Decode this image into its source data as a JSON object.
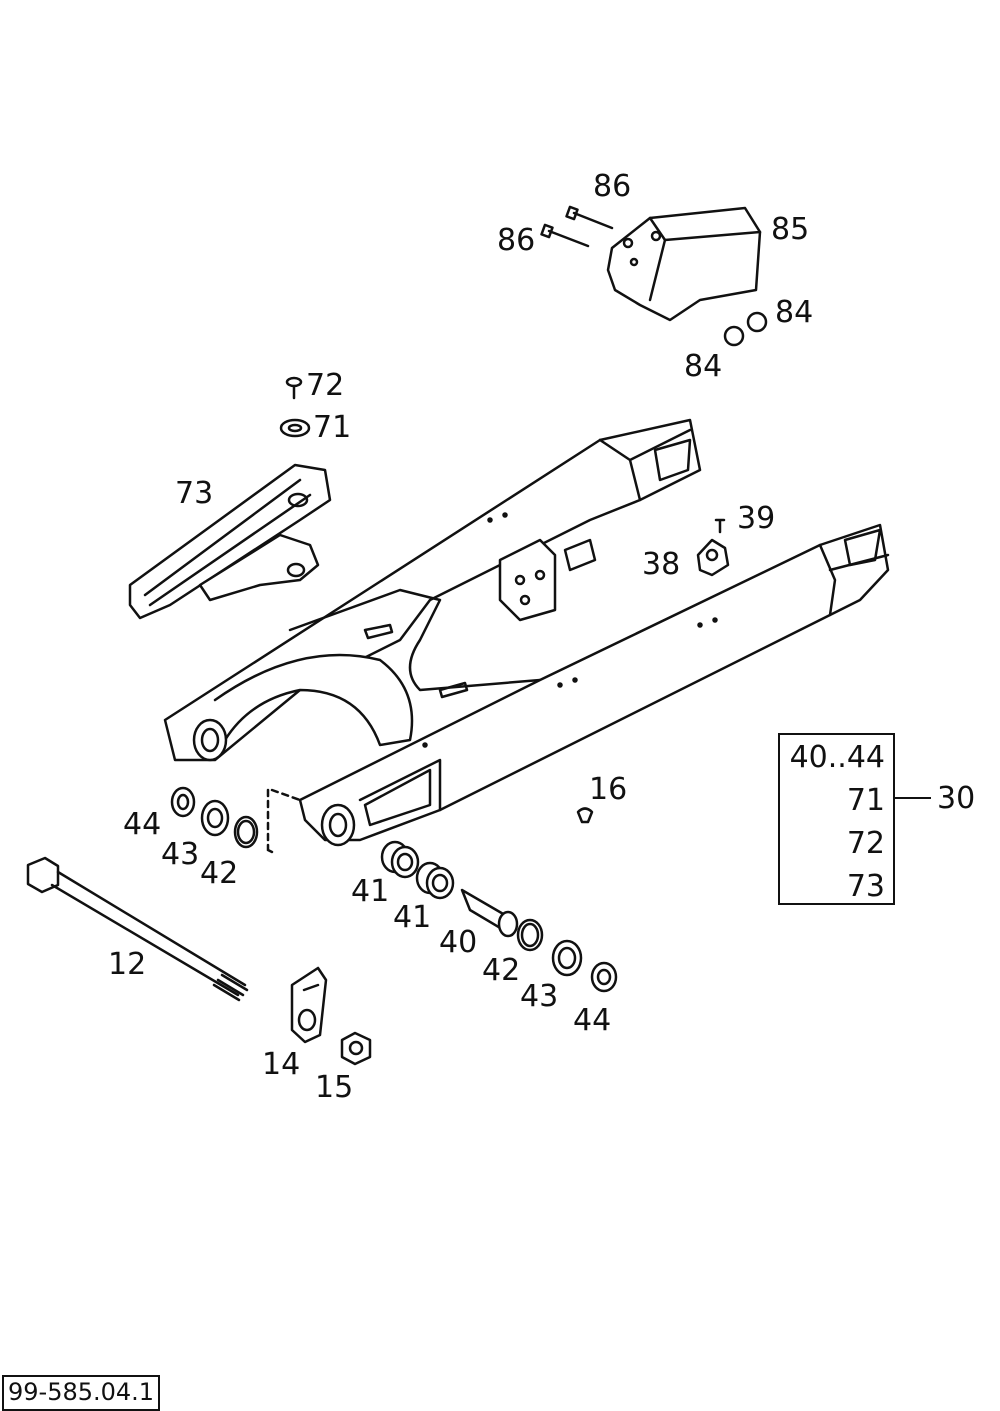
{
  "diagram": {
    "type": "exploded-parts-diagram",
    "callouts": {
      "c86_top": "86",
      "c86_left": "86",
      "c85": "85",
      "c84_right": "84",
      "c84_bottom": "84",
      "c72": "72",
      "c71": "71",
      "c73": "73",
      "c39": "39",
      "c38": "38",
      "c16": "16",
      "c44_left": "44",
      "c43_left": "43",
      "c42_left": "42",
      "c12": "12",
      "c41_a": "41",
      "c41_b": "41",
      "c40": "40",
      "c42_right": "42",
      "c43_right": "43",
      "c44_right": "44",
      "c14": "14",
      "c15": "15"
    },
    "kit": {
      "label": "30",
      "items": [
        "40..44",
        "71",
        "72",
        "73"
      ]
    },
    "drawing_number": "99-585.04.1"
  }
}
